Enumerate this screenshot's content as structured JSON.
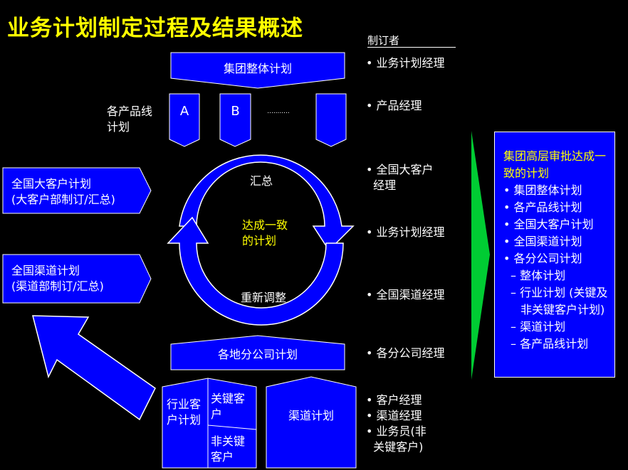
{
  "title": "业务计划制定过程及结果概述",
  "maker_header": "制订者",
  "group_plan": "集团整体计划",
  "product_line_label": "各产品线计划",
  "product_a": "A",
  "product_b": "B",
  "product_dots": "...........",
  "cycle": {
    "summary": "汇总",
    "center": "达成一致的计划",
    "readjust": "重新调整"
  },
  "left_boxes": {
    "key_account": "全国大客户计划\n(大客户部制订/汇总)",
    "channel": "全国渠道计划\n(渠道部制订/汇总)"
  },
  "branch_plan": "各地分公司计划",
  "industry_box": {
    "main": "行业客户计划",
    "key": "关键客户",
    "nonkey": "非关键客户"
  },
  "channel_plan": "渠道计划",
  "makers": [
    "• 业务计划经理",
    "• 产品经理",
    "• 全国大客户\n  经理",
    "• 业务计划经理",
    "• 全国渠道经理",
    "• 各分公司经理",
    "• 客户经理\n• 渠道经理\n• 业务员(非\n  关键客户)"
  ],
  "result": {
    "heading": "集团高层审批达成一致的计划",
    "items": [
      "集团整体计划",
      "各产品线计划",
      "全国大客户计划",
      "全国渠道计划",
      "各分公司计划"
    ],
    "subitems": [
      "整体计划",
      "行业计划 (关键及非关键客户计划)",
      "渠道计划",
      "各产品线计划"
    ]
  },
  "colors": {
    "blue": "#0000ff",
    "green": "#00cc33",
    "yellow": "#ffff00"
  }
}
